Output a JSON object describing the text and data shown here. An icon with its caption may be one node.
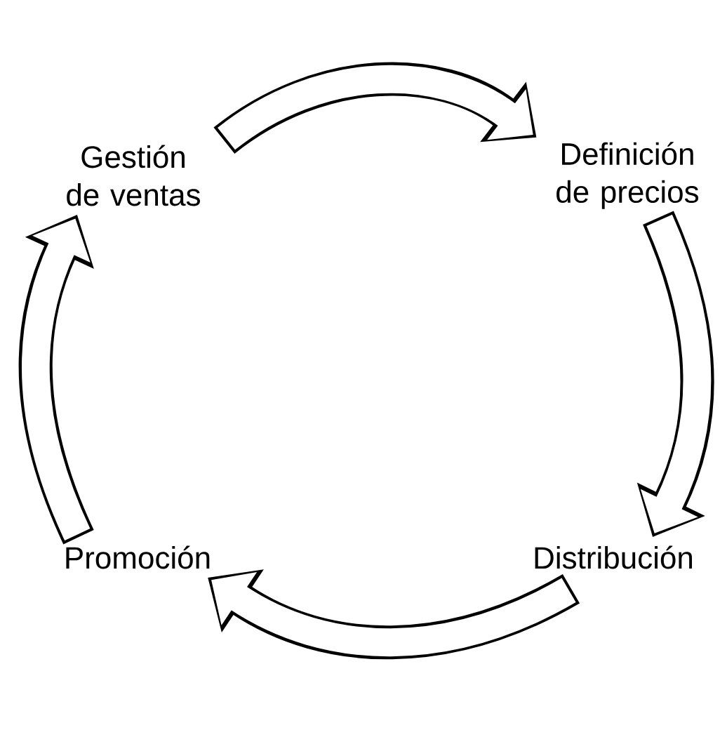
{
  "diagram": {
    "nodes": [
      {
        "text": [
          "Gestión de ventas"
        ]
      },
      {
        "text": [
          "Definición de precios"
        ]
      },
      {
        "text": [
          "Distribución"
        ]
      },
      {
        "text": [
          "Promoción"
        ]
      }
    ],
    "edges": [
      {
        "from": 0,
        "to": 1,
        "arrow": "to"
      },
      {
        "from": 1,
        "to": 2,
        "arrow": "to"
      },
      {
        "from": 2,
        "to": 3,
        "arrow": "to"
      },
      {
        "from": 3,
        "to": 0,
        "arrow": "to"
      }
    ]
  }
}
